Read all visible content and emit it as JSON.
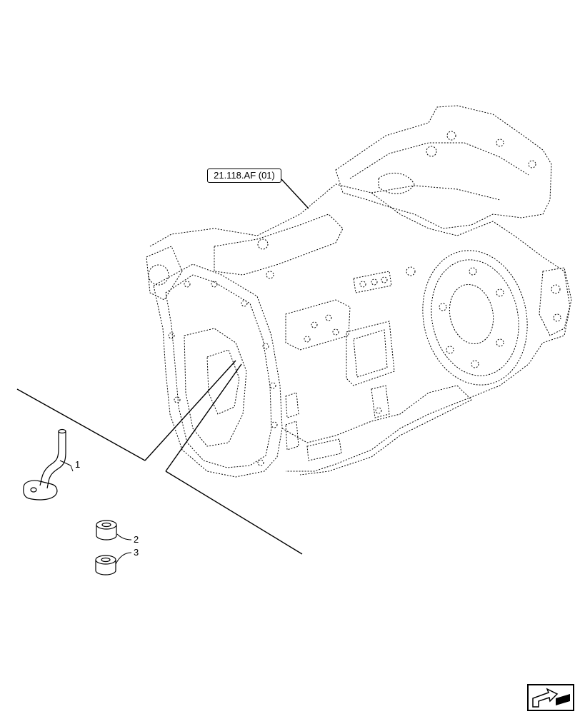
{
  "reference_label": "21.118.AF (01)",
  "callouts": [
    {
      "id": "1",
      "label": "1"
    },
    {
      "id": "2",
      "label": "2"
    },
    {
      "id": "3",
      "label": "3"
    }
  ],
  "nav_icon": "next-page-arrow-icon"
}
